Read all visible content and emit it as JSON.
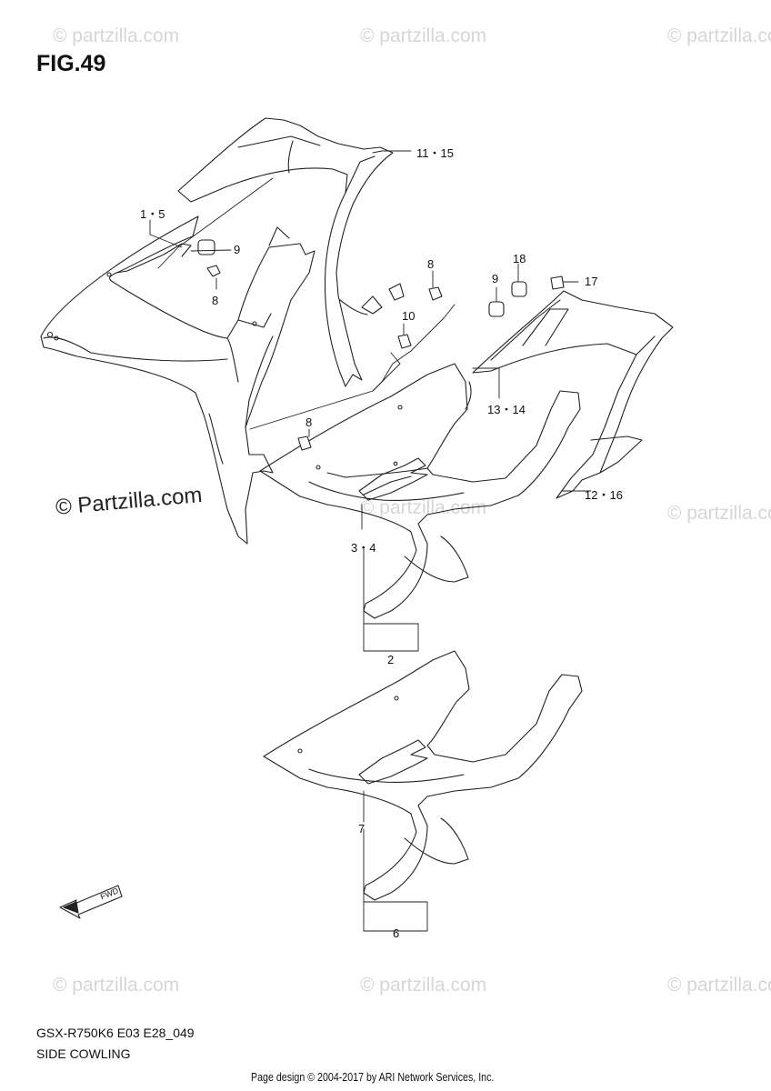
{
  "figure": {
    "title": "FIG.49"
  },
  "watermarks": {
    "small": "© partzilla.com",
    "large": "© Partzilla.com"
  },
  "callouts": {
    "p11_15": "11・15",
    "p1_5": "1・5",
    "p9a": "9",
    "p8a": "8",
    "p8b": "8",
    "p10": "10",
    "p9b": "9",
    "p18": "18",
    "p17": "17",
    "p13_14": "13・14",
    "p8c": "8",
    "p12_16": "12・16",
    "p3_4": "3・4",
    "p2": "2",
    "p7": "7",
    "p6": "6"
  },
  "fwd_arrow": {
    "label": "FWD",
    "icon": "fwd-arrow-icon"
  },
  "caption": {
    "model_code": "GSX-R750K6 E03 E28_049",
    "section": "SIDE COWLING"
  },
  "footer": {
    "text": "Page design © 2004-2017 by ARI Network Services, Inc."
  }
}
